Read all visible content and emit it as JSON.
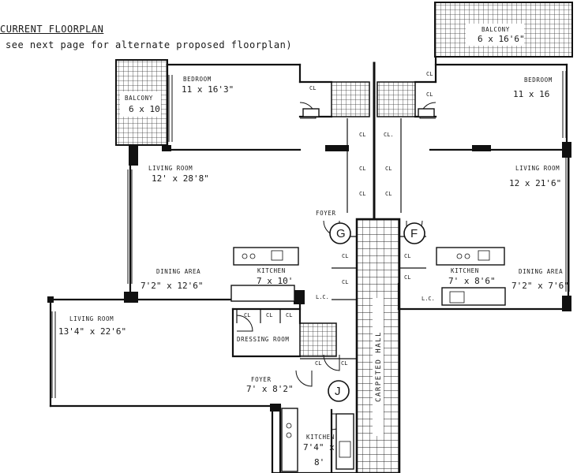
{
  "header": {
    "title": "CURRENT FLOORPLAN",
    "note": "see next page for alternate proposed floorplan)"
  },
  "plan": {
    "balcony_top": {
      "name": "BALCONY",
      "dims": "6 x 16'6\""
    },
    "balcony_left": {
      "name": "BALCONY",
      "dims": "6 x 10"
    },
    "bedroom_left": {
      "name": "BEDROOM",
      "dims": "11 x 16'3\""
    },
    "bedroom_right": {
      "name": "BEDROOM",
      "dims": "11 x 16"
    },
    "living_left": {
      "name": "LIVING ROOM",
      "dims": "12' x 28'8\""
    },
    "living_right": {
      "name": "LIVING ROOM",
      "dims": "12 x 21'6\""
    },
    "foyer_top": {
      "name": "FOYER"
    },
    "unit_g": "G",
    "unit_f": "F",
    "unit_j": "J",
    "dining_left": {
      "name": "DINING AREA",
      "dims": "7'2\" x 12'6\""
    },
    "kitchen_g": {
      "name": "KITCHEN",
      "dims": "7 x 10'"
    },
    "kitchen_f": {
      "name": "KITCHEN",
      "dims": "7' x 8'6\""
    },
    "dining_right": {
      "name": "DINING AREA",
      "dims": "7'2\" x 7'6\""
    },
    "living_j": {
      "name": "LIVING ROOM",
      "dims": "13'4\" x 22'6\""
    },
    "dressing": {
      "name": "DRESSING ROOM"
    },
    "foyer_j": {
      "name": "FOYER",
      "dims": "7' x 8'2\""
    },
    "kitchen_j": {
      "name": "KITCHEN",
      "dims": "7'4\" x",
      "dims2": "8'"
    },
    "hall": "CARPETED HALL",
    "closet": "CL",
    "closet_alt": "CL.",
    "linen_closet": "L.C."
  }
}
